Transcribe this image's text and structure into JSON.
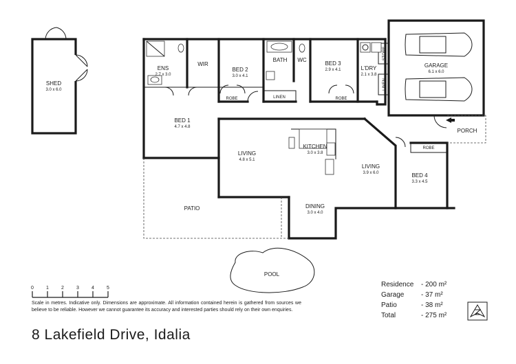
{
  "rooms": [
    {
      "name": "SHED",
      "dims": "3.0 x 6.0"
    },
    {
      "name": "ENS",
      "dims": "2.7 x 3.0"
    },
    {
      "name": "WIR",
      "dims": ""
    },
    {
      "name": "BED 2",
      "dims": "3.0 x 4.1"
    },
    {
      "name": "BATH",
      "dims": ""
    },
    {
      "name": "WC",
      "dims": ""
    },
    {
      "name": "BED 3",
      "dims": "2.9 x 4.1"
    },
    {
      "name": "L'DRY",
      "dims": "2.1 x 3.8"
    },
    {
      "name": "GARAGE",
      "dims": "6.1 x 6.0"
    },
    {
      "name": "BED 1",
      "dims": "4.7 x 4.8"
    },
    {
      "name": "LIVING",
      "dims": "4.8 x 5.1"
    },
    {
      "name": "KITCHEN",
      "dims": "3.0 x 3.8"
    },
    {
      "name": "LIVING",
      "dims": "3.9 x 6.0"
    },
    {
      "name": "BED 4",
      "dims": "3.3 x 4.5"
    },
    {
      "name": "DINING",
      "dims": "3.0 x 4.0"
    },
    {
      "name": "PATIO",
      "dims": ""
    },
    {
      "name": "POOL",
      "dims": ""
    },
    {
      "name": "PORCH",
      "dims": ""
    }
  ],
  "small_labels": {
    "robe_bed2": "ROBE",
    "linen_hall": "LINEN",
    "robe_bed3": "ROBE",
    "store": "STORE",
    "linen_side": "LINEN",
    "robe_bed4": "ROBE"
  },
  "scale": {
    "ticks": [
      "0",
      "1",
      "2",
      "3",
      "4",
      "5"
    ],
    "disclaimer": "Scale in metres. Indicative only. Dimensions are approximate. All information contained herein is gathered from sources we believe to be reliable. However we cannot guarantee its accuracy and interested parties should rely on their own enquiries."
  },
  "areas": [
    {
      "label": "Residence",
      "value": "- 200 m²"
    },
    {
      "label": "Garage",
      "value": "- 37 m²"
    },
    {
      "label": "Patio",
      "value": "- 38 m²"
    },
    {
      "label": "Total",
      "value": "- 275 m²"
    }
  ],
  "address": "8 Lakefield Drive, Idalia",
  "north_icon": "compass-north-icon",
  "colors": {
    "lines": "#1a1a1a",
    "background": "#ffffff"
  }
}
